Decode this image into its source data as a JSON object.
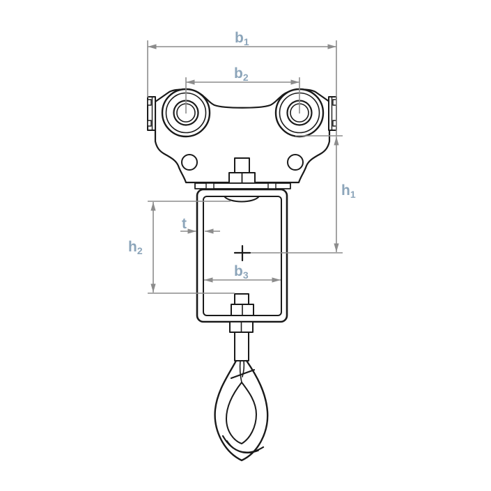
{
  "dimension_labels": {
    "b1": {
      "base": "b",
      "sub": "1"
    },
    "b2": {
      "base": "b",
      "sub": "2"
    },
    "b3": {
      "base": "b",
      "sub": "3"
    },
    "h1": {
      "base": "h",
      "sub": "1"
    },
    "h2": {
      "base": "h",
      "sub": "2"
    },
    "t": {
      "base": "t",
      "sub": ""
    }
  },
  "colors": {
    "label": "#8CA5BA",
    "dimension_line": "#8C8C8C",
    "drawing_line": "#1A1A1A",
    "background": "#FFFFFF"
  }
}
